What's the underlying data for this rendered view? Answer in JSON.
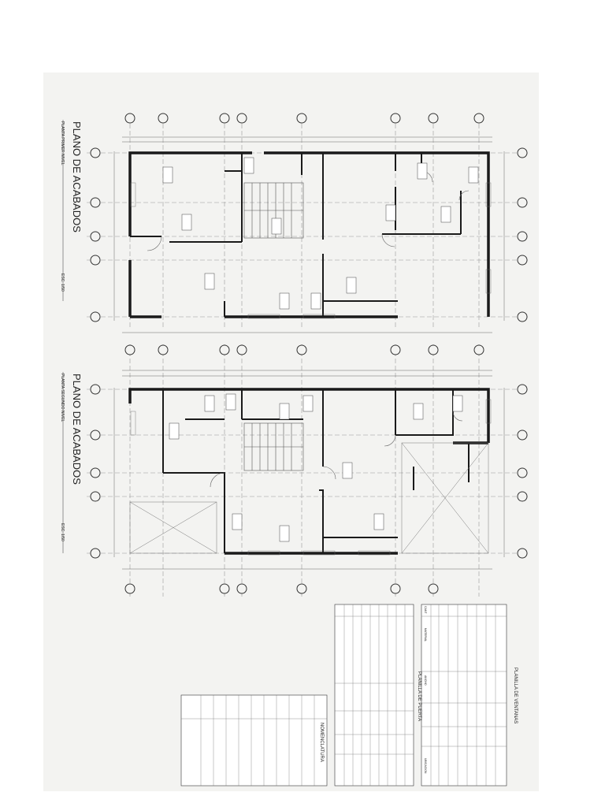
{
  "plan_top": {
    "title": "PLANO DE ACABADOS",
    "subtitle": "PLANTA PRIMER NIVEL",
    "scale": "ESC. 1/50"
  },
  "plan_bottom": {
    "title": "PLANO DE ACABADOS",
    "subtitle": "PLANTA SEGUNDO NIVEL",
    "scale": "ESC. 1/50"
  },
  "tables": {
    "ventanas_title": "PLANILLA DE VENTANAS",
    "puertas_title": "PLANILLA DE PUERTA",
    "nomenclatura_title": "NOMENCLATURA",
    "col_cant": "CANT",
    "col_material": "MATERIAL",
    "col_ancho": "ANCHO",
    "col_ubicacion": "UBICACION"
  },
  "colors": {
    "wall": "#1a1a1a",
    "line": "#444444",
    "background": "#f3f3f1"
  }
}
